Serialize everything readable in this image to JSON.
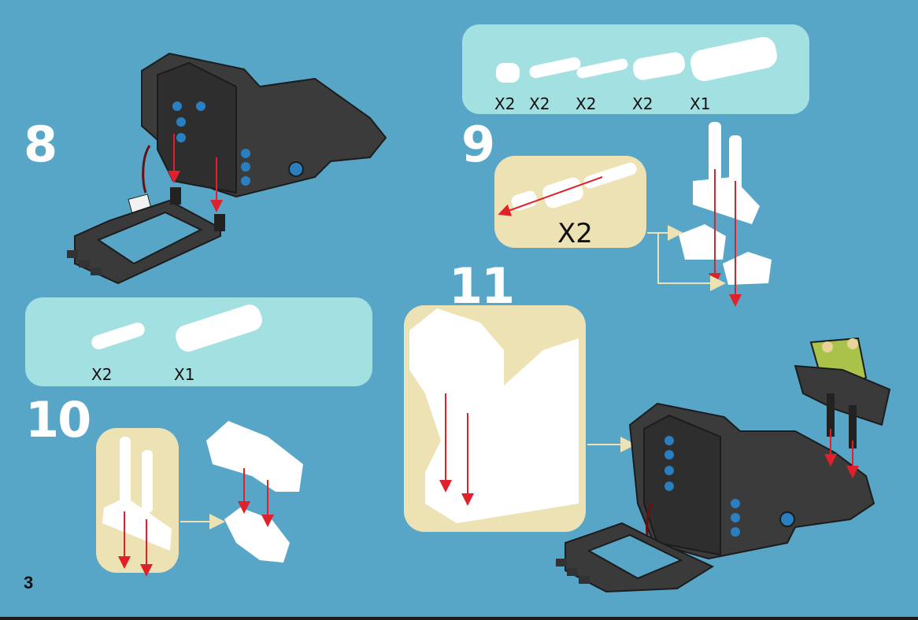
{
  "page": {
    "number": "3",
    "background": "#57a6c8"
  },
  "colors": {
    "parts_box": "#a3e0e2",
    "callout": "#ede2b3",
    "beam": "#3a3a3a",
    "pin_blue": "#2a7fc0",
    "arrow": "#e0202a",
    "part_white": "#ffffff",
    "sensor_green": "#a8c24a"
  },
  "steps": {
    "s8": {
      "number": "8"
    },
    "s9": {
      "number": "9",
      "parts": [
        "X2",
        "X2",
        "X2",
        "X2",
        "X1"
      ],
      "callout_qty": "X2"
    },
    "s10": {
      "number": "10",
      "parts": [
        "X2",
        "X1"
      ]
    },
    "s11": {
      "number": "11"
    }
  }
}
